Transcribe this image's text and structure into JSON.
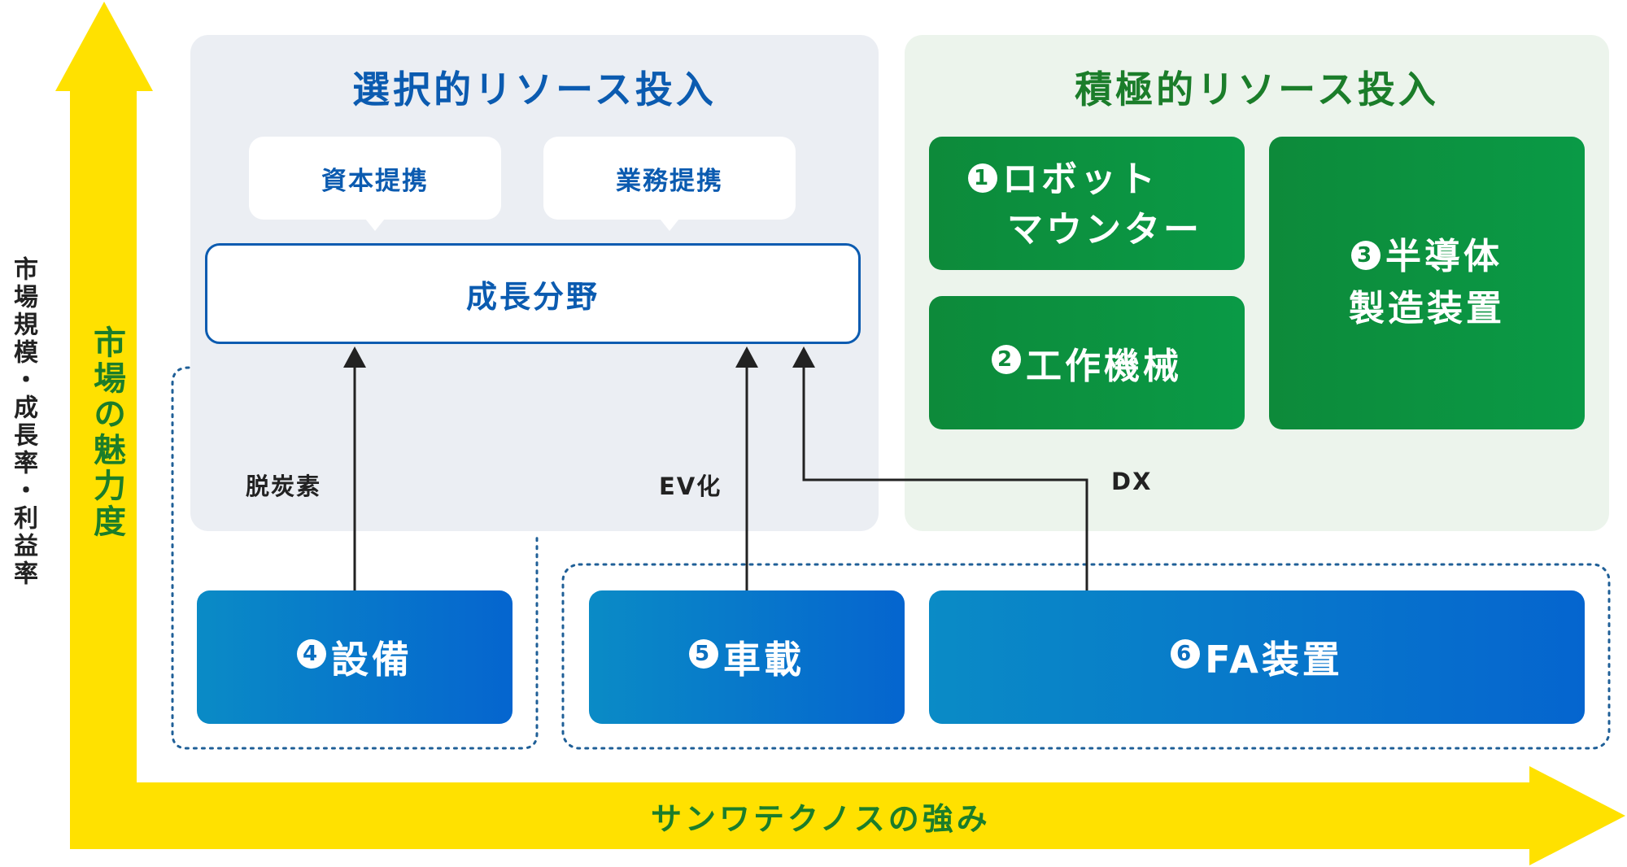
{
  "axes": {
    "y_outer_label": "市場規模・成長率・利益率",
    "y_label": "市場の魅力度",
    "x_label": "サンワテクノスの強み",
    "color": "#ffe100"
  },
  "panels": {
    "selective": {
      "title": "選択的リソース投入",
      "color": "#0b5bb0"
    },
    "active": {
      "title": "積極的リソース投入",
      "color": "#1b7d2a"
    }
  },
  "partnerships": [
    {
      "label": "資本提携"
    },
    {
      "label": "業務提携"
    }
  ],
  "growth_field": {
    "label": "成長分野"
  },
  "green_items": [
    {
      "num": "1",
      "line1": "ロボット",
      "line2": "マウンター"
    },
    {
      "num": "2",
      "label": "工作機械"
    },
    {
      "num": "3",
      "line1": "半導体",
      "line2": "製造装置"
    }
  ],
  "blue_items": [
    {
      "num": "4",
      "label": "設備"
    },
    {
      "num": "5",
      "label": "車載"
    },
    {
      "num": "6",
      "label": "FA装置"
    }
  ],
  "trends": [
    {
      "label": "脱炭素"
    },
    {
      "label": "EV化"
    },
    {
      "label": "DX"
    }
  ]
}
